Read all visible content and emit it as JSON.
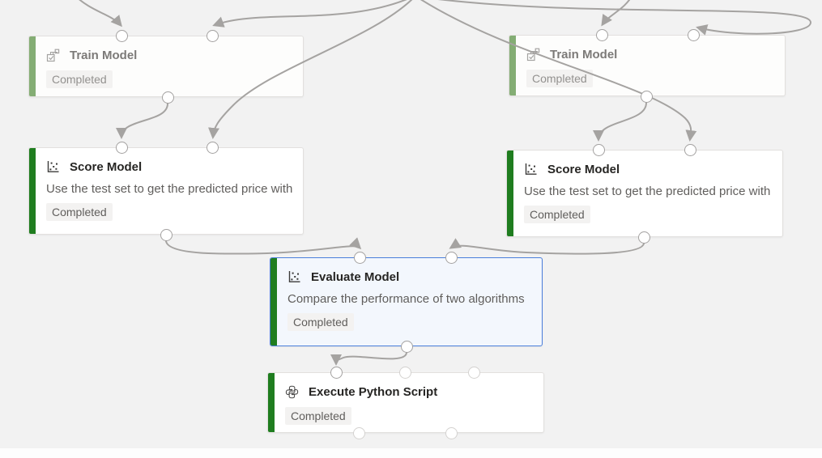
{
  "app": {
    "name": "Machine learning pipeline graph canvas"
  },
  "colors": {
    "canvas_bg": "#f2f2f2",
    "node_bg": "#ffffff",
    "node_border": "#e2e0de",
    "selected_border": "#4a7edb",
    "selected_bg": "#f3f7fd",
    "strip_green_dark": "#1f7d1f",
    "strip_green_light": "#84ad74",
    "edge_color": "#a5a3a1",
    "badge_bg": "#f3f2f1",
    "badge_text": "#605e5c"
  },
  "nodes": [
    {
      "id": "train-model-left",
      "title": "Train Model",
      "status": "Completed",
      "icon": "train-model-icon",
      "appearance": "dimmed",
      "selected": false
    },
    {
      "id": "train-model-right",
      "title": "Train Model",
      "status": "Completed",
      "icon": "train-model-icon",
      "appearance": "dimmed",
      "selected": false
    },
    {
      "id": "score-model-left",
      "title": "Score Model",
      "description": "Use the test set to get the predicted price with",
      "status": "Completed",
      "icon": "scatter-plot-icon",
      "selected": false
    },
    {
      "id": "score-model-right",
      "title": "Score Model",
      "description": "Use the test set to get the predicted price with",
      "status": "Completed",
      "icon": "scatter-plot-icon",
      "selected": false
    },
    {
      "id": "evaluate-model",
      "title": "Evaluate Model",
      "description": "Compare the performance of two algorithms",
      "status": "Completed",
      "icon": "scatter-plot-icon",
      "selected": true
    },
    {
      "id": "execute-python-script",
      "title": "Execute Python Script",
      "status": "Completed",
      "icon": "python-icon",
      "selected": false
    }
  ],
  "edges": [
    {
      "from": "upstream-offscreen",
      "to": "train-model-left.input-1"
    },
    {
      "from": "upstream-offscreen",
      "to": "train-model-left.input-2"
    },
    {
      "from": "upstream-offscreen",
      "to": "train-model-right.input-1"
    },
    {
      "from": "upstream-offscreen",
      "to": "train-model-right.input-2"
    },
    {
      "from": "upstream-offscreen",
      "to": "score-model-left.input-2"
    },
    {
      "from": "upstream-offscreen",
      "to": "score-model-right.input-2"
    },
    {
      "from": "train-model-left.output",
      "to": "score-model-left.input-1"
    },
    {
      "from": "train-model-right.output",
      "to": "score-model-right.input-1"
    },
    {
      "from": "score-model-left.output",
      "to": "evaluate-model.input-1"
    },
    {
      "from": "score-model-right.output",
      "to": "evaluate-model.input-2"
    },
    {
      "from": "evaluate-model.output",
      "to": "execute-python-script.input-1"
    }
  ]
}
